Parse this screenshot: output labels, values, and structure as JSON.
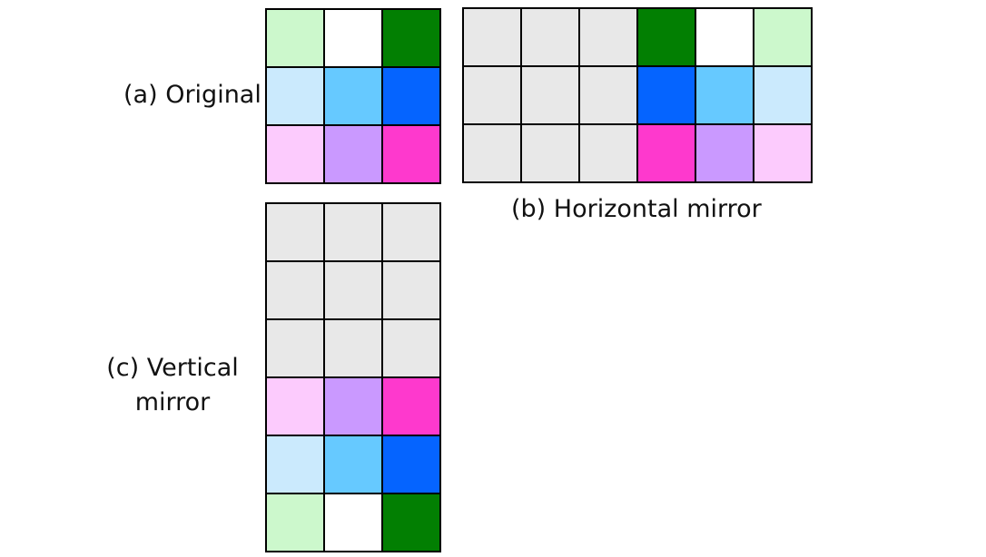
{
  "colors": {
    "light_green": "#CCF8CC",
    "white": "#FFFFFF",
    "dark_green": "#027F02",
    "light_blue": "#CBEAFD",
    "sky_blue": "#66C9FF",
    "blue": "#0564FF",
    "light_pink": "#FCCBFD",
    "lavender": "#CA99FF",
    "magenta": "#FE39CD",
    "gray": "#E8E8E8"
  },
  "labels": {
    "original": "(a) Original",
    "horizontal": "(b) Horizontal mirror",
    "vertical": "(c) Vertical mirror"
  },
  "grids": {
    "original": {
      "cols": 3,
      "cells": [
        "light_green",
        "white",
        "dark_green",
        "light_blue",
        "sky_blue",
        "blue",
        "light_pink",
        "lavender",
        "magenta"
      ]
    },
    "horizontal": {
      "cols": 6,
      "cells": [
        "gray",
        "gray",
        "gray",
        "dark_green",
        "white",
        "light_green",
        "gray",
        "gray",
        "gray",
        "blue",
        "sky_blue",
        "light_blue",
        "gray",
        "gray",
        "gray",
        "magenta",
        "lavender",
        "light_pink"
      ]
    },
    "vertical": {
      "cols": 3,
      "cells": [
        "gray",
        "gray",
        "gray",
        "gray",
        "gray",
        "gray",
        "gray",
        "gray",
        "gray",
        "light_pink",
        "lavender",
        "magenta",
        "light_blue",
        "sky_blue",
        "blue",
        "light_green",
        "white",
        "dark_green"
      ]
    }
  }
}
